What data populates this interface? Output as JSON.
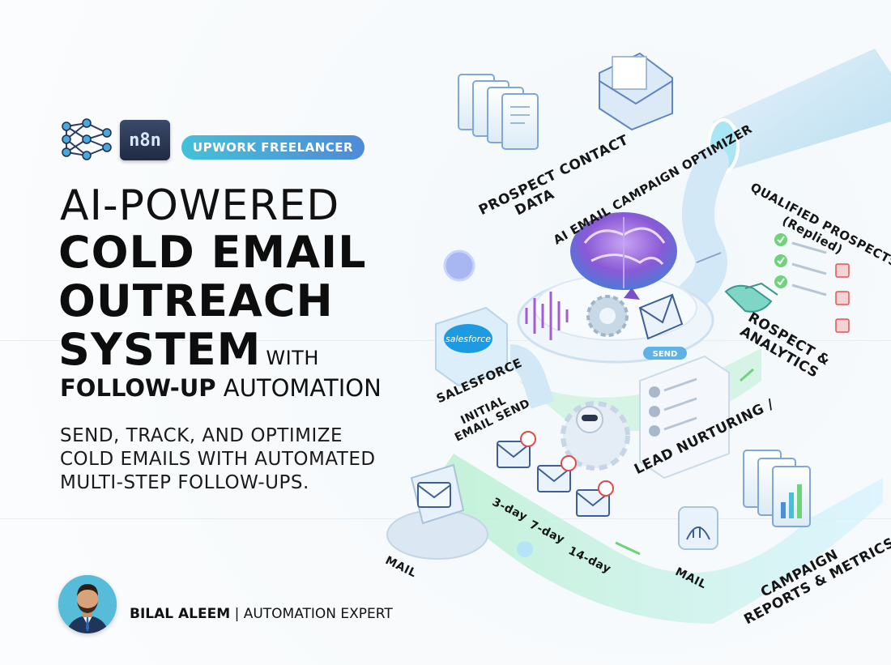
{
  "badges": {
    "platform": "n8n",
    "pill": "UPWORK FREELANCER"
  },
  "title": {
    "line1": "AI-POWERED",
    "line2": "COLD EMAIL",
    "line3": "OUTREACH",
    "line4": "SYSTEM",
    "line4_suffix": "WITH",
    "line5_bold": "FOLLOW-UP",
    "line5_rest": "AUTOMATION"
  },
  "subtitle": {
    "line1": "SEND, TRACK, AND OPTIMIZE",
    "line2": "COLD EMAILS WITH AUTOMATED",
    "line3": "MULTI-STEP FOLLOW-UPS."
  },
  "author": {
    "name": "BILAL ALEEM",
    "separator": "|",
    "role": "AUTOMATION EXPERT"
  },
  "diagram": {
    "prospect_data": [
      "PROSPECT CONTACT",
      "DATA"
    ],
    "optimizer": "AI EMAIL CAMPAIGN OPTIMIZER",
    "qualified": [
      "QUALIFIED PROSPECTS",
      "(Replied)"
    ],
    "analytics": [
      "ROSPECT &",
      "ANALYTICS"
    ],
    "salesforce_logo": "salesforce",
    "salesforce": "SALESFORCE",
    "initial_send": [
      "INITIAL",
      "EMAIL SEND"
    ],
    "send_button": "SEND",
    "lead_nurturing": "LEAD NURTURING /",
    "day1": "3-day",
    "day2": "7-day",
    "day3": "14-day",
    "mail_left": "MAIL",
    "mail_right": "MAIL",
    "reports": [
      "CAMPAIGN",
      "REPORTS & METRICS"
    ]
  },
  "colors": {
    "pill_start": "#44c1d8",
    "pill_end": "#4f8ad8",
    "brain": "#8a5ad6",
    "accent_green": "#6fd37a",
    "accent_blue": "#6ec4e8"
  }
}
